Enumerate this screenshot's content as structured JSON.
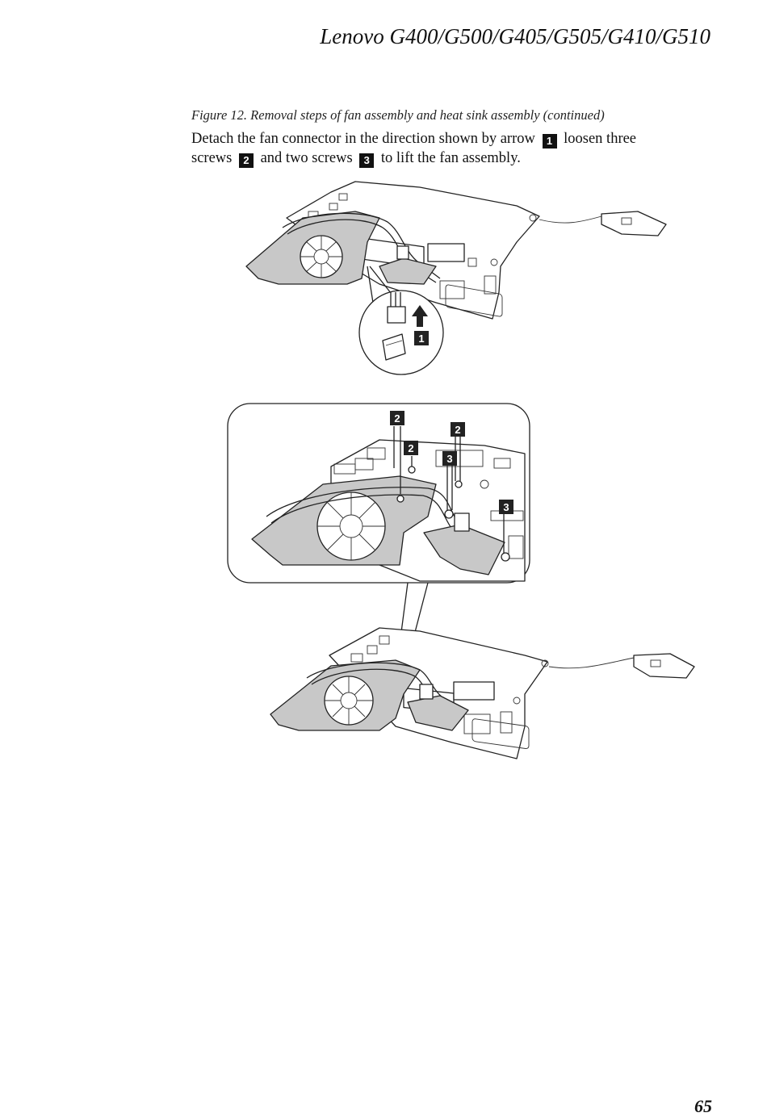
{
  "header": {
    "title": "Lenovo G400/G500/G405/G505/G410/G510"
  },
  "figure": {
    "caption": "Figure 12. Removal steps of fan assembly and heat sink assembly (continued)",
    "instruction": {
      "part1": "Detach the fan connector in the direction shown by arrow",
      "badge1": "1",
      "part2": "loosen three",
      "part3": "screws",
      "badge2": "2",
      "part4": "and two screws",
      "badge3": "3",
      "part5": "to lift the fan assembly."
    },
    "callouts": {
      "arrow": "1",
      "screw_a": "2",
      "screw_b": "2",
      "screw_c": "2",
      "screw_d": "3",
      "screw_e": "3"
    }
  },
  "footer": {
    "page_number": "65"
  }
}
